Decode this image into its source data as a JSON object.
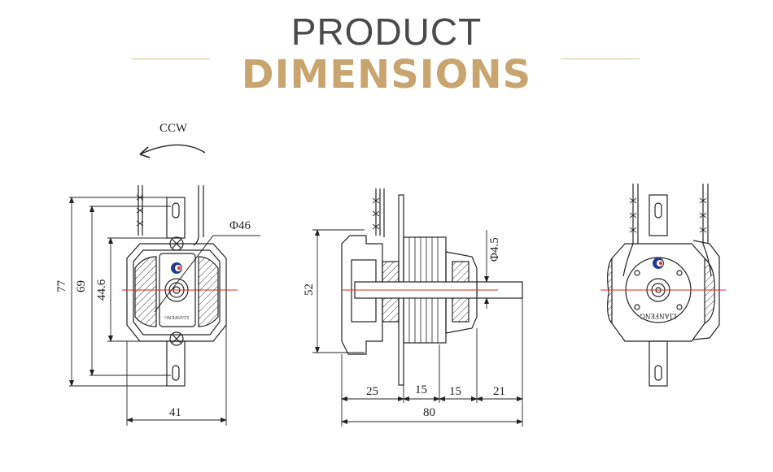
{
  "header": {
    "line1": "PRODUCT",
    "line2": "DIMENSIONS"
  },
  "colors": {
    "title_dark": "#4a4a4a",
    "title_gold": "#c8a46e",
    "rule_gold": "#d9c29a",
    "centerline": "#e02020",
    "logo_blue": "#1f3c8f",
    "logo_red": "#e03a1e"
  },
  "front_view": {
    "rotation": "CCW",
    "diameter": "Φ46",
    "height_overall": "77",
    "height_mounting": "69",
    "bracket_height": "44.6",
    "width": "41",
    "brand": "LIANFENG"
  },
  "side_view": {
    "height": "52",
    "shaft_diameter": "Φ4.5",
    "seg1": "25",
    "seg2": "15",
    "seg3": "15",
    "seg4": "21",
    "total_length": "80"
  },
  "rear_view": {
    "brand": "LIANFENG"
  }
}
